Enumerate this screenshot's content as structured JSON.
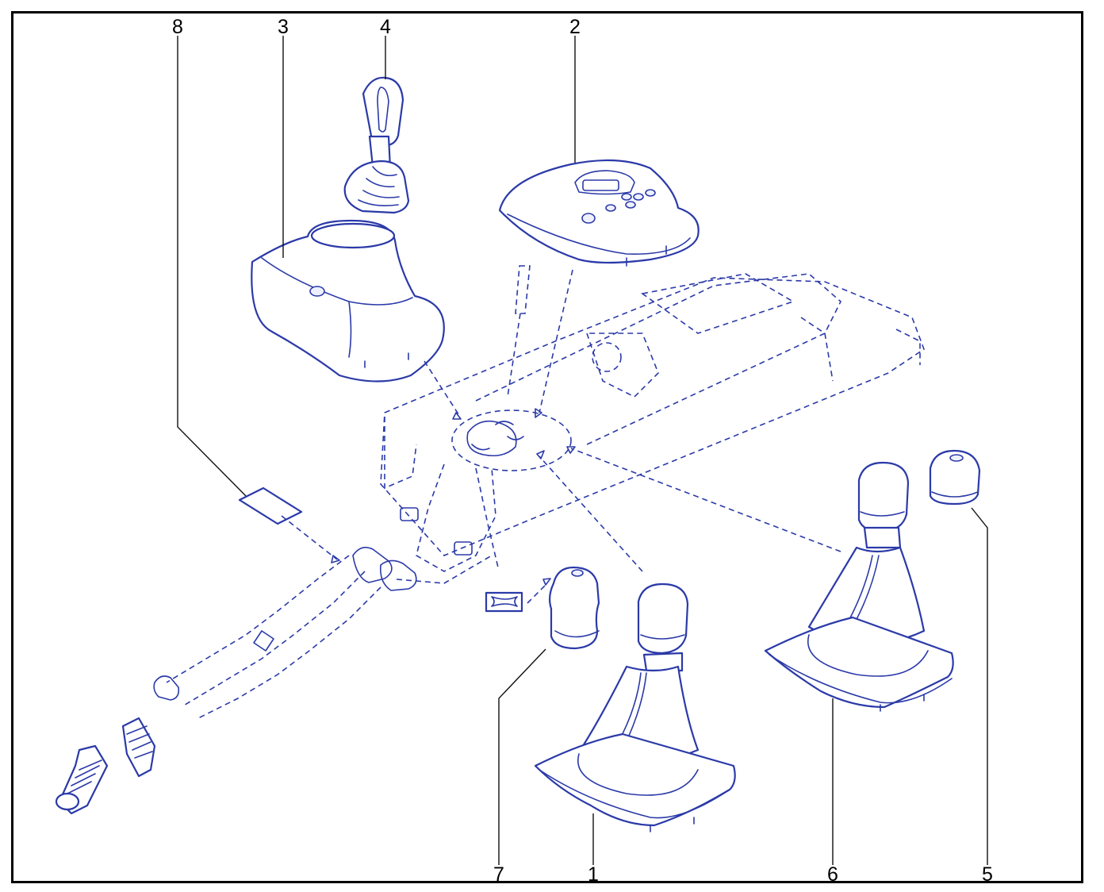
{
  "callouts": {
    "c8": "8",
    "c3": "3",
    "c4": "4",
    "c2": "2",
    "c7": "7",
    "c1": "1",
    "c6": "6",
    "c5": "5"
  },
  "colors": {
    "line": "#2b3aa8",
    "leader": "#111111",
    "frame": "#000000"
  }
}
